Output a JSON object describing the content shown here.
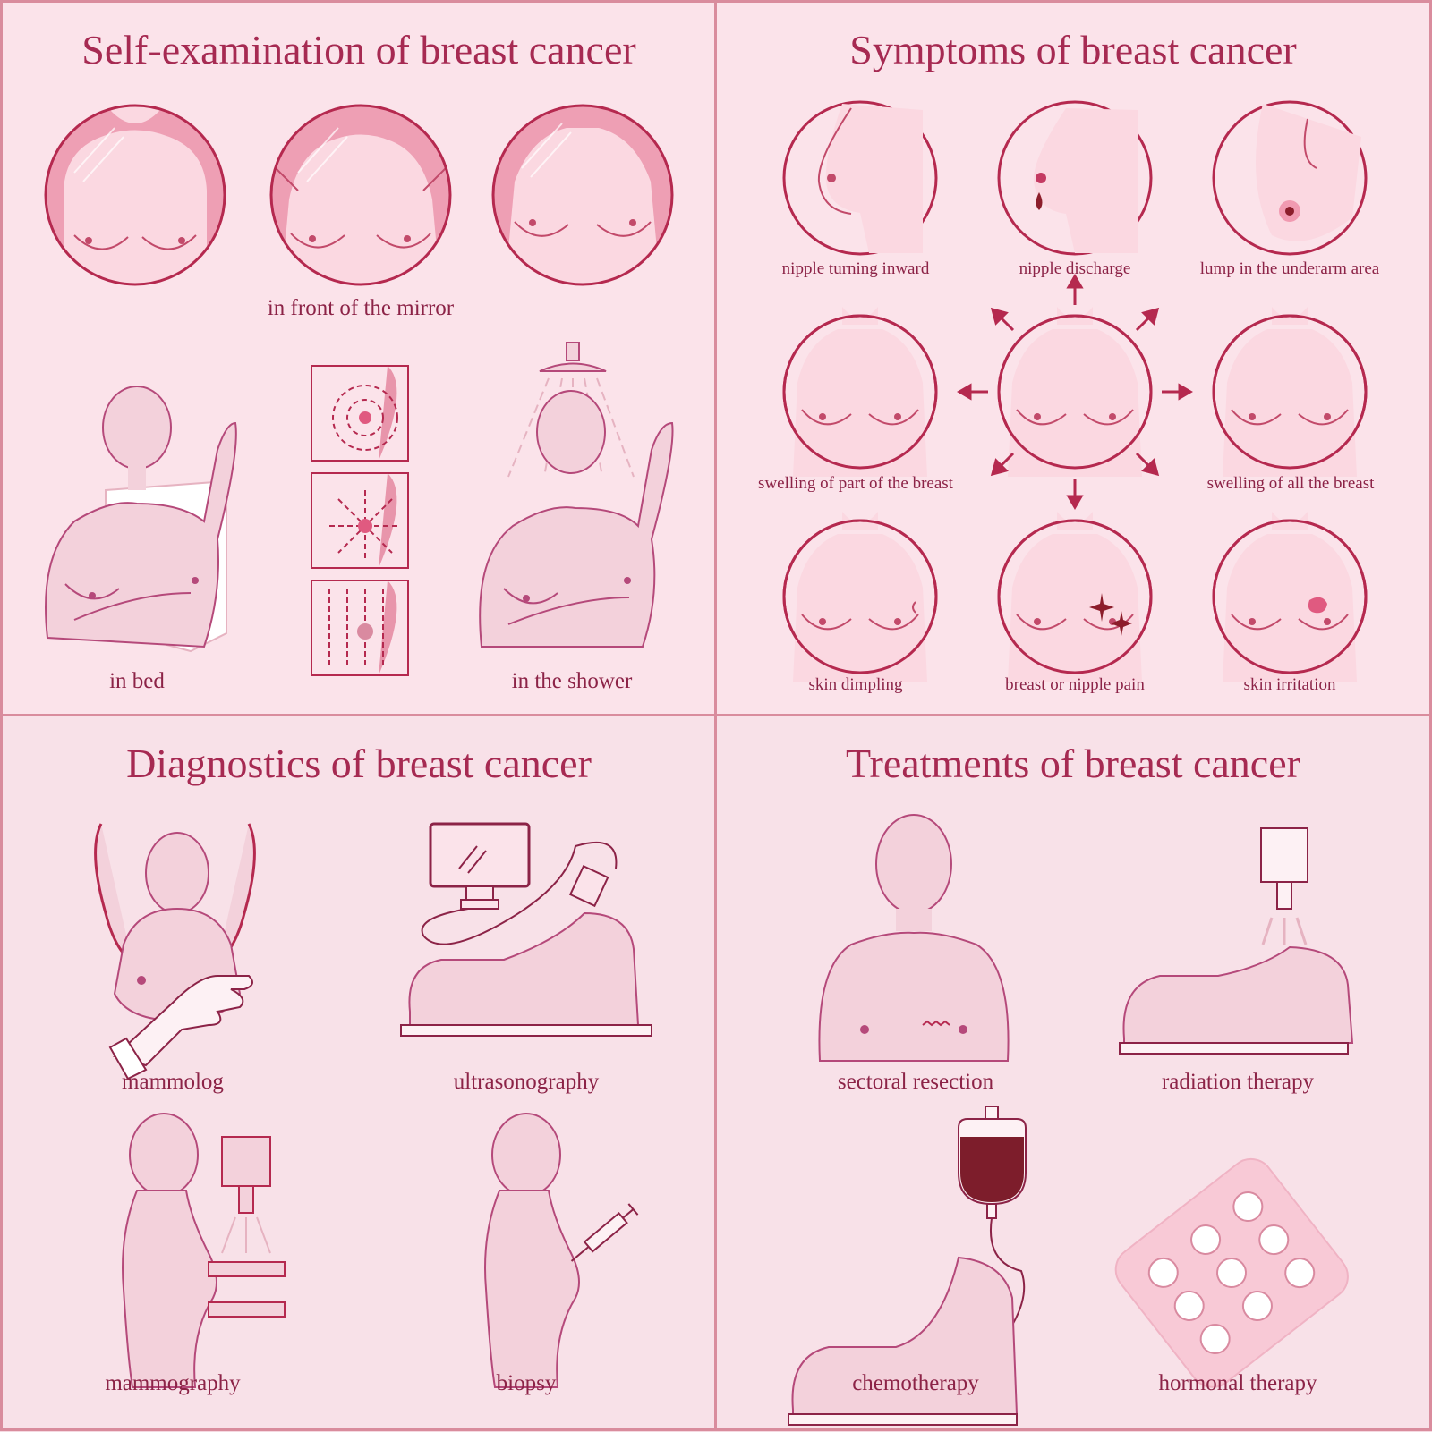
{
  "colors": {
    "background": "#fbe3ea",
    "title": "#a62a52",
    "stroke": "#b5294f",
    "skin": "#f3c9d4",
    "dark_red": "#8c1d2b"
  },
  "self_exam": {
    "title": "Self-examination of breast cancer",
    "mirror_label": "in front of the mirror",
    "bed_label": "in bed",
    "shower_label": "in the shower"
  },
  "symptoms": {
    "title": "Symptoms of breast cancer",
    "items": [
      "nipple turning inward",
      "nipple discharge",
      "lump in the underarm area",
      "swelling of part of the breast",
      "swelling of all the breast",
      "skin dimpling",
      "breast or nipple pain",
      "skin irritation"
    ]
  },
  "diagnostics": {
    "title": "Diagnostics of breast cancer",
    "items": [
      "mammolog",
      "ultrasonography",
      "mammography",
      "biopsy"
    ]
  },
  "treatments": {
    "title": "Treatments of breast cancer",
    "items": [
      "sectoral resection",
      "radiation therapy",
      "chemotherapy",
      "hormonal therapy"
    ]
  }
}
